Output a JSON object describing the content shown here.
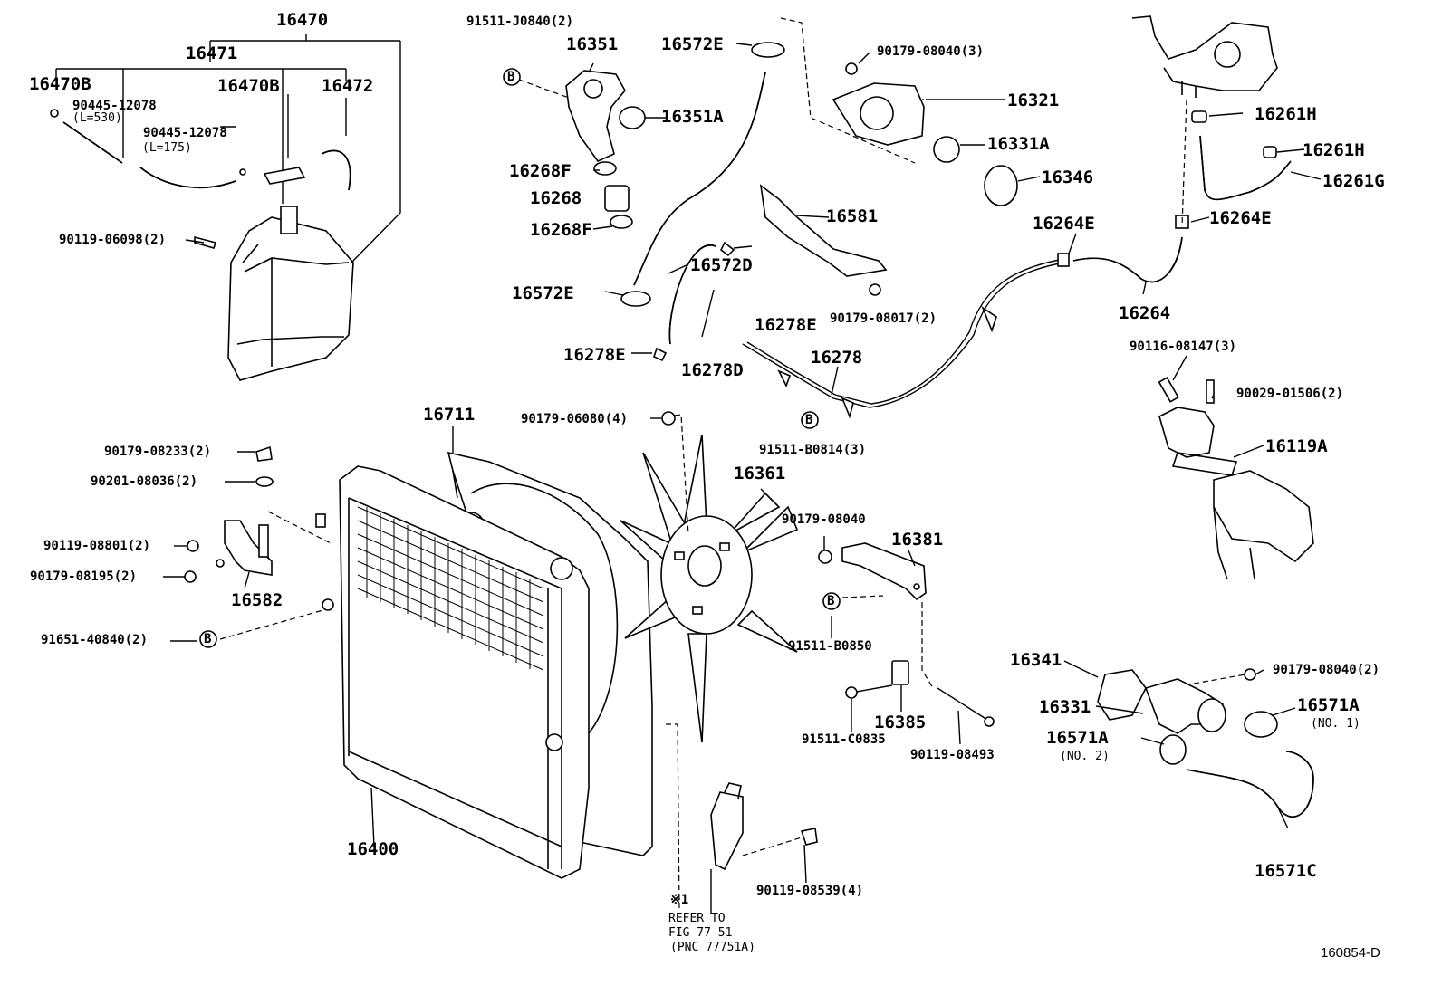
{
  "diagram_code": "160854-D",
  "labels": {
    "l16470": "16470",
    "l16471": "16471",
    "l16470B_a": "16470B",
    "l90445_a": "90445-12078",
    "l530": "(L=530)",
    "l16470B_b": "16470B",
    "l16472": "16472",
    "l90445_b": "90445-12078",
    "l175": "(L=175)",
    "l90119_06098": "90119-06098(2)",
    "l91511_J0840": "91511-J0840(2)",
    "l16351": "16351",
    "l16351A": "16351A",
    "l16268F_a": "16268F",
    "l16268": "16268",
    "l16268F_b": "16268F",
    "l16572E_top": "16572E",
    "l16572D": "16572D",
    "l16572E_bot": "16572E",
    "l90179_08040_3": "90179-08040(3)",
    "l16321": "16321",
    "l16331A": "16331A",
    "l16346": "16346",
    "l16581": "16581",
    "l90179_08017": "90179-08017(2)",
    "l16278E_a": "16278E",
    "l16278E_b": "16278E",
    "l16278D": "16278D",
    "l16278": "16278",
    "l91511_B0814": "91511-B0814(3)",
    "l16264E_a": "16264E",
    "l16264": "16264",
    "l16261H_a": "16261H",
    "l16261H_b": "16261H",
    "l16261G": "16261G",
    "l16264E_b": "16264E",
    "l90116_08147": "90116-08147(3)",
    "l90029_01506": "90029-01506(2)",
    "l16119A": "16119A",
    "l16711": "16711",
    "l90179_06080": "90179-06080(4)",
    "l16361": "16361",
    "l90179_08233": "90179-08233(2)",
    "l90201_08036": "90201-08036(2)",
    "l90119_08801": "90119-08801(2)",
    "l90179_08195": "90179-08195(2)",
    "l16582": "16582",
    "l91651_40840": "91651-40840(2)",
    "l16400": "16400",
    "l90179_08040": "90179-08040",
    "l16381": "16381",
    "l91511_B0850": "91511-B0850",
    "l16385": "16385",
    "l91511_C0835": "91511-C0835",
    "l90119_08493": "90119-08493",
    "l90119_08539": "90119-08539(4)",
    "l16341": "16341",
    "l90179_08040_2": "90179-08040(2)",
    "l16331": "16331",
    "l16571A_no1": "16571A",
    "no1": "(NO. 1)",
    "l16571A_no2": "16571A",
    "no2": "(NO. 2)",
    "l16571C": "16571C",
    "ref_mark": "※1",
    "ref_line1": "REFER TO",
    "ref_line2": "FIG 77-51",
    "ref_line3": "(PNC 77751A)"
  },
  "bolt_marker": "B"
}
